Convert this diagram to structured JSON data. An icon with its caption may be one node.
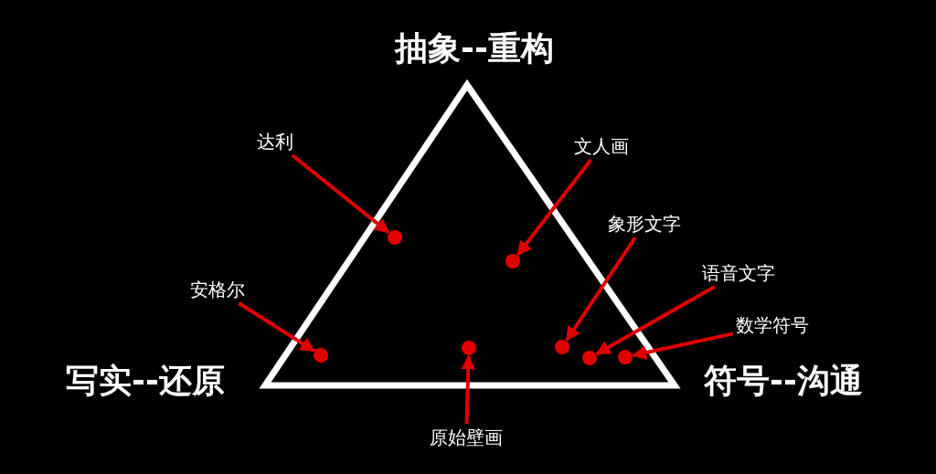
{
  "diagram": {
    "nodes": [
      {
        "text": [
          "达利"
        ]
      },
      {
        "text": [
          "文人画"
        ]
      },
      {
        "text": [
          "象形文字"
        ]
      },
      {
        "text": [
          "语音文字"
        ]
      },
      {
        "text": [
          "安格尔"
        ]
      },
      {
        "text": [
          "数学符号"
        ]
      },
      {
        "text": [
          "原始壁画"
        ]
      },
      {
        "text": [],
        "shape": "circle"
      },
      {
        "text": [],
        "shape": "circle"
      },
      {
        "text": [],
        "shape": "circle"
      },
      {
        "text": [],
        "shape": "circle"
      },
      {
        "text": [],
        "shape": "circle"
      },
      {
        "text": [],
        "shape": "circle"
      },
      {
        "text": [],
        "shape": "circle"
      }
    ],
    "edges": [
      {
        "from": 0,
        "to": 8,
        "arrow": "to"
      },
      {
        "from": 1,
        "to": 10,
        "arrow": "to"
      },
      {
        "from": 2,
        "to": 11,
        "arrow": "to"
      },
      {
        "from": 3,
        "to": 12,
        "arrow": "to"
      },
      {
        "from": 4,
        "to": 7,
        "arrow": "to"
      },
      {
        "from": 5,
        "to": 13,
        "arrow": "to"
      },
      {
        "from": 6,
        "to": 9,
        "arrow": "to"
      }
    ],
    "labels": [
      "抽象--重构",
      "写实--还原",
      "符号--沟通"
    ]
  }
}
